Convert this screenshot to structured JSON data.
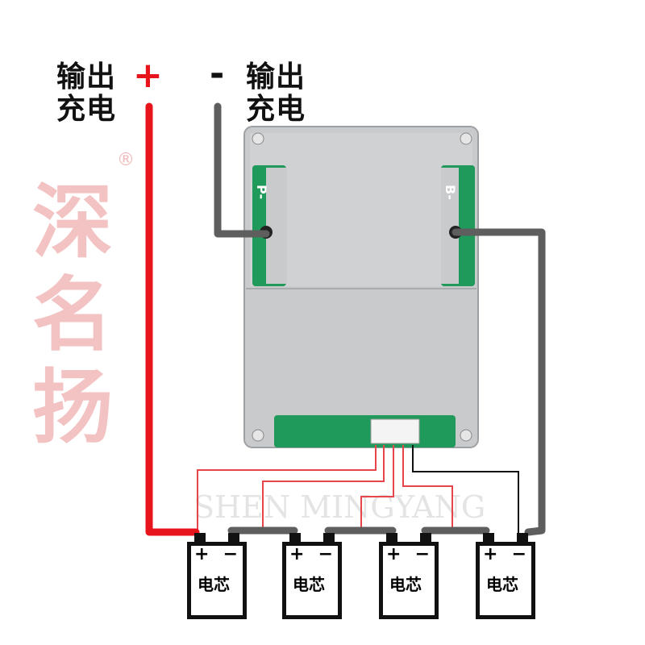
{
  "labels": {
    "left_output": "输出",
    "left_charge": "充电",
    "plus": "+",
    "minus": "-",
    "right_output": "输出",
    "right_charge": "充电"
  },
  "board": {
    "left_pad": "P-",
    "right_pad": "B-"
  },
  "cells": [
    {
      "plus": "+",
      "minus": "−",
      "label": "电芯"
    },
    {
      "plus": "+",
      "minus": "−",
      "label": "电芯"
    },
    {
      "plus": "+",
      "minus": "−",
      "label": "电芯"
    },
    {
      "plus": "+",
      "minus": "−",
      "label": "电芯"
    }
  ],
  "watermark": {
    "logo": "深名扬",
    "text": "SHEN MINGYANG",
    "registered": "®"
  },
  "colors": {
    "positive_wire": "#e8141b",
    "negative_wire": "#5e5e5e",
    "balance_wire": "#e8454a",
    "board_green": "#1f9a5a",
    "plate": "#c9cbcd"
  }
}
